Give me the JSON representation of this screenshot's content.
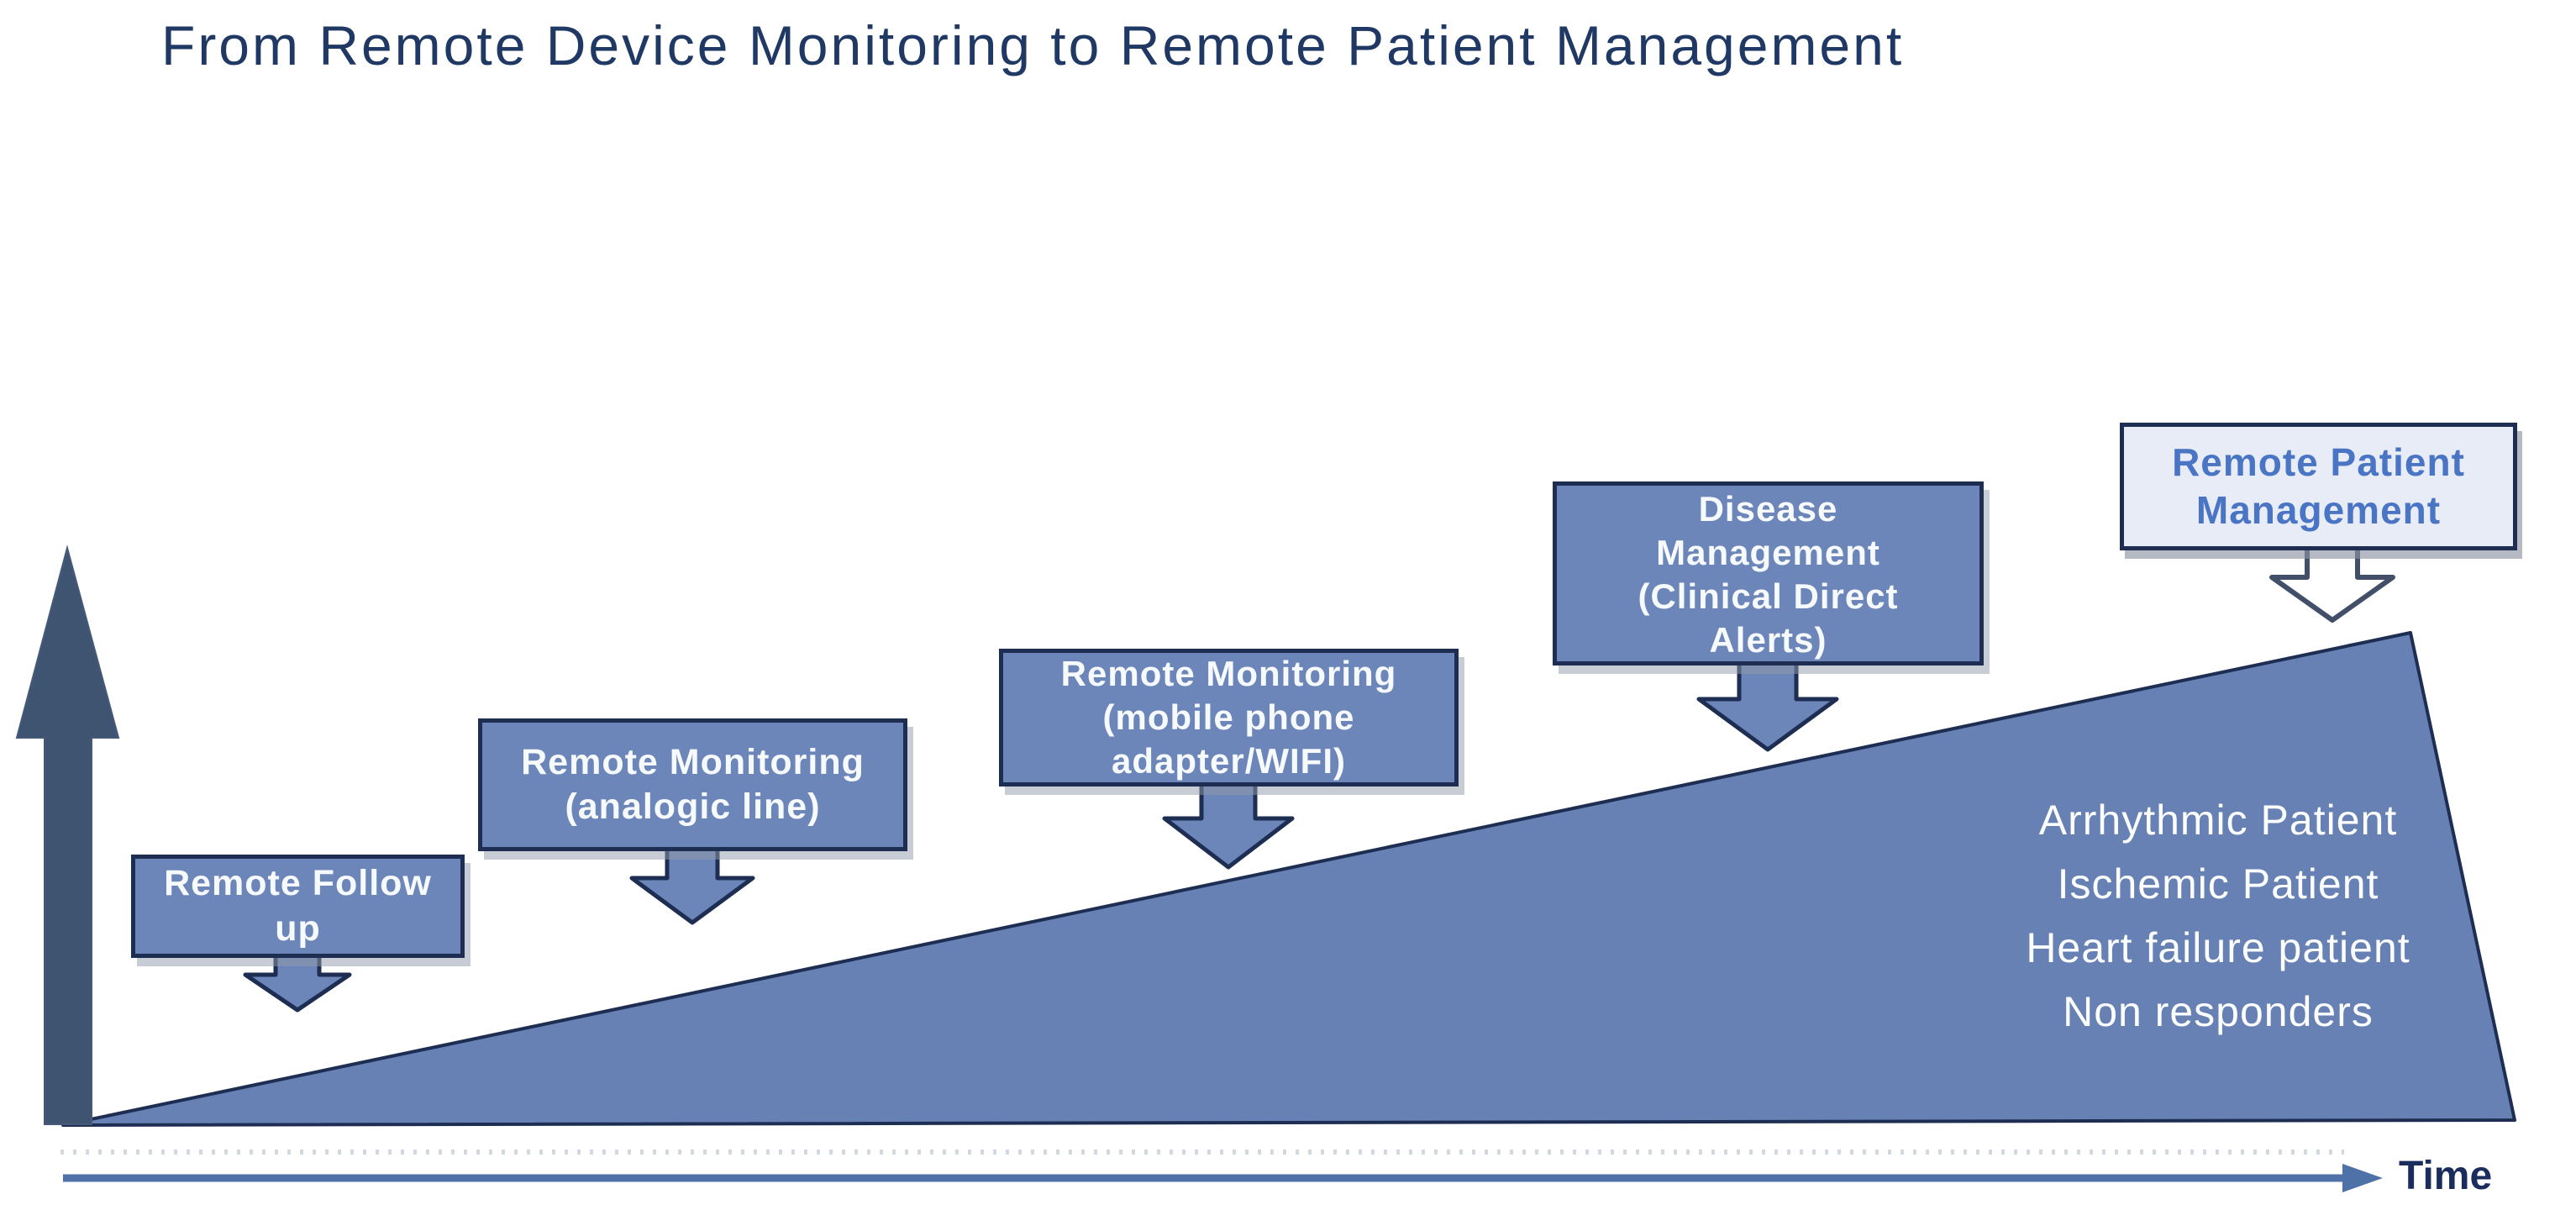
{
  "title": "From Remote Device Monitoring to Remote Patient Management",
  "stages": [
    {
      "name": "remote-follow-up",
      "lines": [
        "Remote Follow",
        "up"
      ]
    },
    {
      "name": "remote-monitoring-analogic",
      "lines": [
        "Remote Monitoring",
        "(analogic line)"
      ]
    },
    {
      "name": "remote-monitoring-mobile",
      "lines": [
        "Remote Monitoring",
        "(mobile phone",
        "adapter/WIFI)"
      ]
    },
    {
      "name": "disease-management",
      "lines": [
        "Disease",
        "Management",
        "(Clinical Direct",
        "Alerts)"
      ]
    },
    {
      "name": "remote-patient-management",
      "lines": [
        "Remote Patient",
        "Management"
      ]
    }
  ],
  "triangle": {
    "patient_groups": [
      "Arrhythmic Patient",
      "Ischemic Patient",
      "Heart failure patient",
      "Non responders"
    ]
  },
  "time_axis": {
    "label": "Time"
  },
  "colors": {
    "title_text": "#1f3864",
    "stage_box_fill": "#6c86b9",
    "stage_box_border": "#1d2e52",
    "stage_box_text": "#f7fafd",
    "highlight_box_fill": "#e8ecf6",
    "highlight_box_text": "#4a74c4",
    "triangle_fill": "#6781b4",
    "up_arrow_fill": "#3e5471",
    "down_arrow_fill": "#6c86b9",
    "outline_arrow_stroke": "#414f68",
    "time_arrow": "#4e71a8",
    "time_label_text": "#1b2d5c"
  }
}
